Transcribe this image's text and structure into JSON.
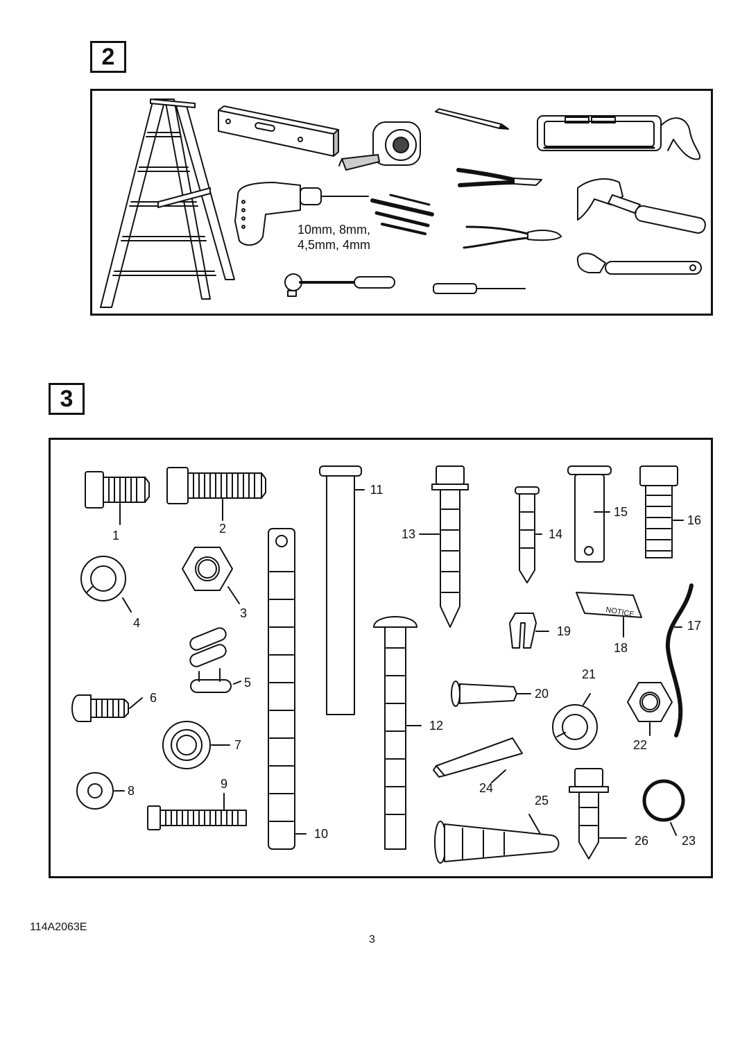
{
  "step2": {
    "number": "2",
    "drill_bit_sizes_line1": "10mm, 8mm,",
    "drill_bit_sizes_line2": "4,5mm, 4mm"
  },
  "step3": {
    "number": "3",
    "notice_text": "NOTICE",
    "parts": {
      "p1": "1",
      "p2": "2",
      "p3": "3",
      "p4": "4",
      "p5": "5",
      "p6": "6",
      "p7": "7",
      "p8": "8",
      "p9": "9",
      "p10": "10",
      "p11": "11",
      "p12": "12",
      "p13": "13",
      "p14": "14",
      "p15": "15",
      "p16": "16",
      "p17": "17",
      "p18": "18",
      "p19": "19",
      "p20": "20",
      "p21": "21",
      "p22": "22",
      "p23": "23",
      "p24": "24",
      "p25": "25",
      "p26": "26"
    }
  },
  "footer": {
    "doc_code": "114A2063E",
    "page_number": "3"
  }
}
